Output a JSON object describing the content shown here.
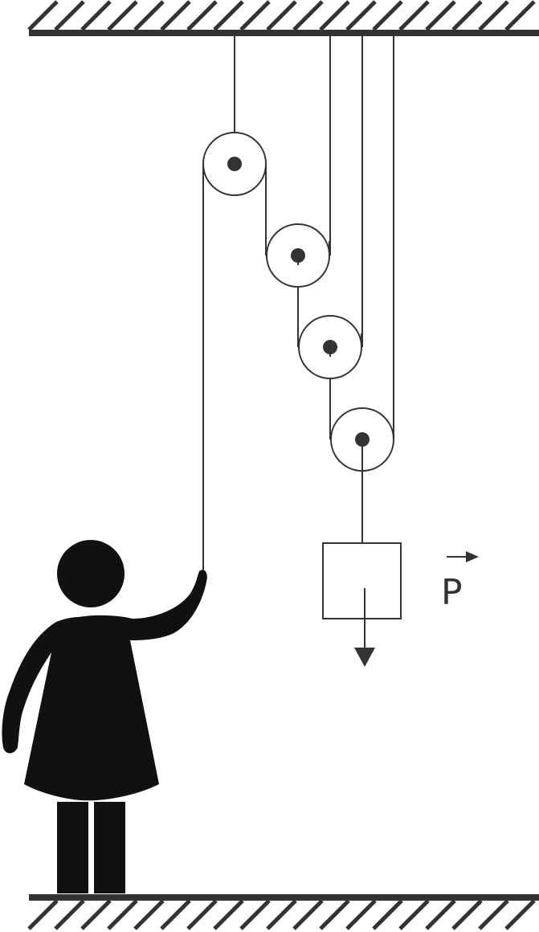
{
  "diagram": {
    "force_label": "P",
    "colors": {
      "ink": "#333333",
      "figure": "#111111",
      "background": "#ffffff"
    },
    "pulley_count": 4,
    "elements": {
      "ceiling": "hatched-ceiling",
      "floor": "hatched-floor",
      "person": "person-silhouette-pulling-rope",
      "load": "square-load-block",
      "force": "downward-force-arrow"
    }
  }
}
